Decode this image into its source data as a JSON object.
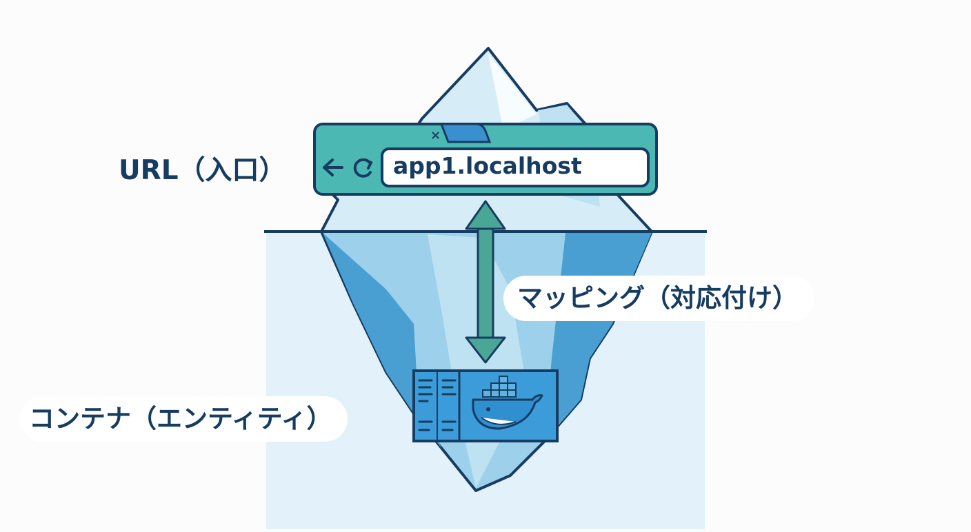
{
  "labels": {
    "url": "URL（入口）",
    "mapping": "マッピング（対応付け）",
    "container": "コンテナ（エンティティ）"
  },
  "browser": {
    "address": "app1.localhost",
    "back_icon": "arrow-left-icon",
    "reload_icon": "reload-icon",
    "close_icon": "close-icon"
  },
  "container_icon": "docker-whale-icon",
  "colors": {
    "navy": "#173c61",
    "teal": "#4bb8b4",
    "mapping_arrow": "#4aa796",
    "iceberg_light": "#cfe9f5",
    "iceberg_mid": "#9dd0ea",
    "iceberg_deep": "#4a9fd2",
    "water": "#e3f2fa",
    "docker_blue": "#3b9cd9"
  }
}
